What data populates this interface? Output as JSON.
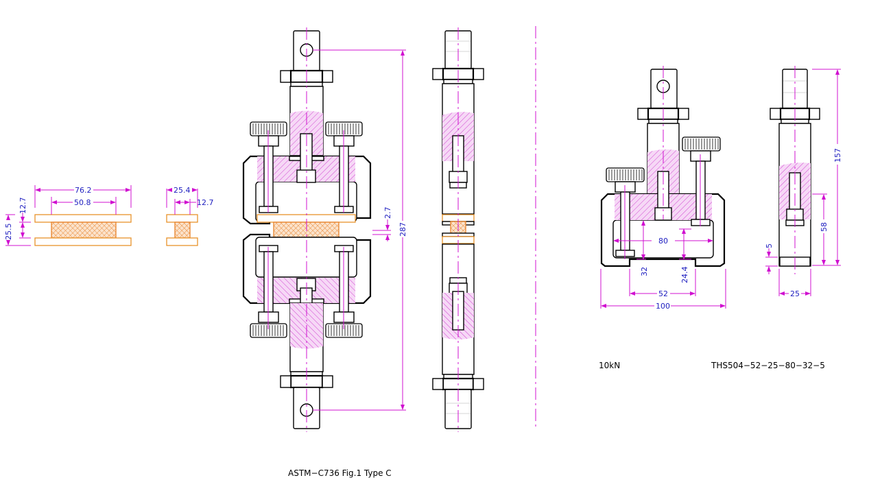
{
  "drawing": {
    "caption_main": "ASTM−C736 Fig.1 Type C",
    "capacity_label": "10kN",
    "part_number": "THS504−52−25−80−32−5"
  },
  "specimen_front": {
    "dims": {
      "overall_width": "76.2",
      "core_width": "50.8",
      "plate_thickness": "12.7",
      "total_height": "25.5"
    }
  },
  "specimen_side": {
    "dims": {
      "overall_width": "25.4",
      "core_width": "12.7"
    }
  },
  "fixture_assembly": {
    "dims": {
      "overall_length": "287",
      "gap": "2.7"
    }
  },
  "grip_front": {
    "dims": {
      "inner_width": "80",
      "clamp_depth": "32",
      "slot_height": "24.4",
      "slot_width": "52",
      "overall_width": "100"
    }
  },
  "grip_side": {
    "dims": {
      "overall_height": "157",
      "body_height": "58",
      "base_thickness": "5",
      "width": "25"
    }
  },
  "colors": {
    "outline": "#000000",
    "centerline": "#d010d0",
    "dimension_text": "#2020c0",
    "specimen": "#e8822a",
    "hatch": "#d040d0"
  }
}
